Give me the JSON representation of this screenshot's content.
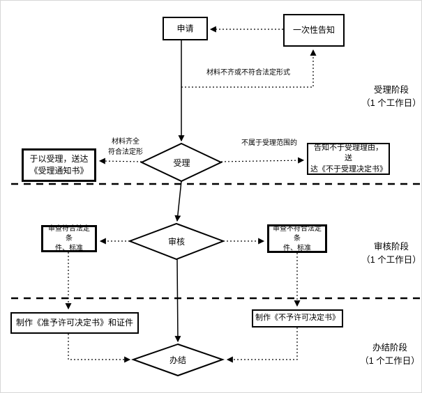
{
  "nodes": {
    "apply": "申请",
    "notice": "一次性告知",
    "accept": "受理",
    "review": "审核",
    "finish": "办结",
    "accept_yes": "于以受理，送达\n《受理通知书》",
    "accept_no": "告知不于受理理由，送\n达《不于受理决定书》",
    "review_pass": "审查符合法定条\n件、标准",
    "review_fail": "审查不符合法定条\n件、标准",
    "make_permit": "制作《准予许可决定书》和证件",
    "make_denial": "制作《不予许可决定书》"
  },
  "edge_labels": {
    "materials_incomplete": "材料不齐或不符合法定形式",
    "materials_complete": "材料齐全\n符合法定形",
    "out_of_scope": "不属于受理范围的"
  },
  "phases": [
    {
      "name": "受理阶段",
      "duration": "（1 个工作日）"
    },
    {
      "name": "审核阶段",
      "duration": "（1 个工作日）"
    },
    {
      "name": "办结阶段",
      "duration": "（1 个工作日）"
    }
  ],
  "colors": {
    "line": "#000000",
    "background": "#ffffff"
  }
}
